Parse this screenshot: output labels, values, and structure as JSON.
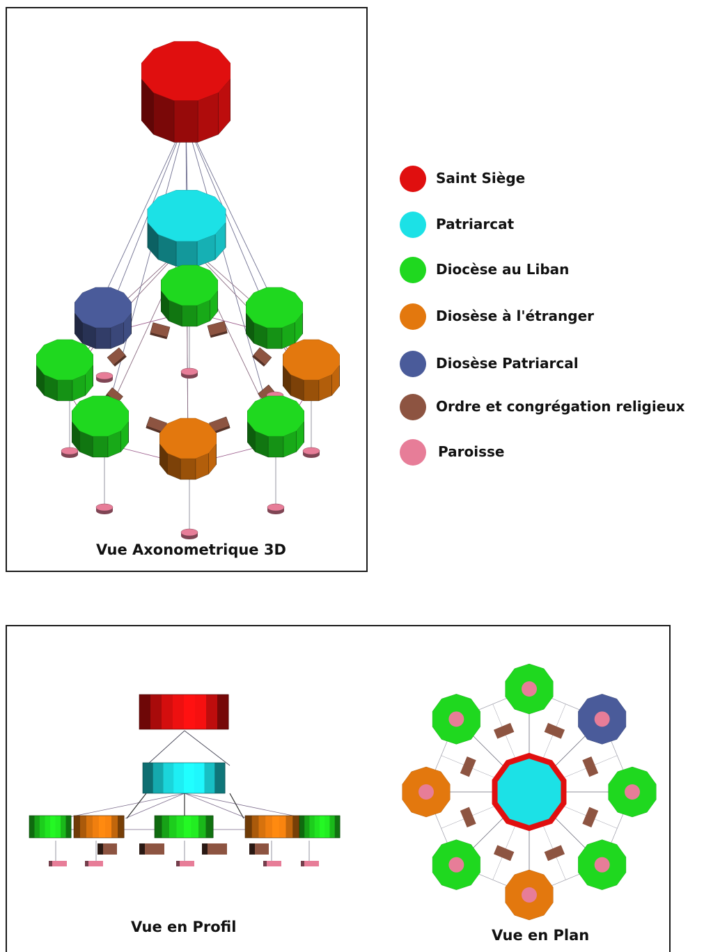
{
  "legend": {
    "items": [
      {
        "label": "Saint Siège",
        "color": "#e00f0f"
      },
      {
        "label": "Patriarcat",
        "color": "#1ce1e6"
      },
      {
        "label": "Diocèse au Liban",
        "color": "#1fd81f"
      },
      {
        "label": "Diosèse à l'étranger",
        "color": "#e3780e"
      },
      {
        "label": "Diosèse Patriarcal",
        "color": "#4a5b9a"
      },
      {
        "label": "Ordre et congrégation religieux",
        "color": "#8d5441"
      },
      {
        "label": "Paroisse",
        "color": "#e77d98"
      }
    ]
  },
  "views": {
    "axonometric_caption": "Vue Axonometrique  3D",
    "profile_caption": "Vue en Profil",
    "plan_caption": "Vue en Plan"
  }
}
